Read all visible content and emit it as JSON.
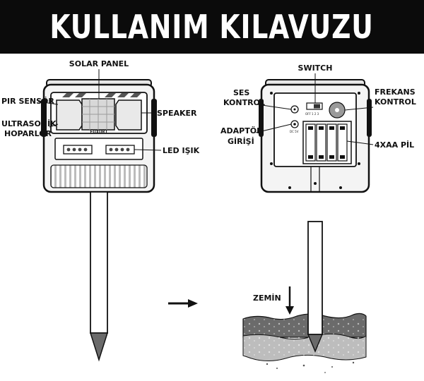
{
  "title": "KULLANIM KILAVUZU",
  "labels": {
    "solar_panel": "SOLAR PANEL",
    "pir_sensor": "PIR SENSÖR",
    "ultrasonic_line1": "ULTRASONİK",
    "ultrasonic_line2": "HOPARLÖR",
    "speaker": "SPEAKER",
    "led": "LED IŞIK",
    "switch": "SWITCH",
    "ses_line1": "SES",
    "ses_line2": "KONTROL",
    "frekans_line1": "FREKANS",
    "frekans_line2": "KONTROL",
    "adaptor_line1": "ADAPTÖR",
    "adaptor_line2": "GİRİŞİ",
    "battery": "4XAA PİL",
    "ground": "ZEMİN"
  },
  "device_text": {
    "brand": "FUXURI",
    "switch_marks": "OFF 1 2 3",
    "dc_mark": "DC 5V"
  },
  "colors": {
    "banner_bg": "#0b0b0b",
    "banner_text": "#ffffff",
    "line": "#111111",
    "device_fill": "#f2f2f2",
    "soil": "#6b6b6b"
  }
}
